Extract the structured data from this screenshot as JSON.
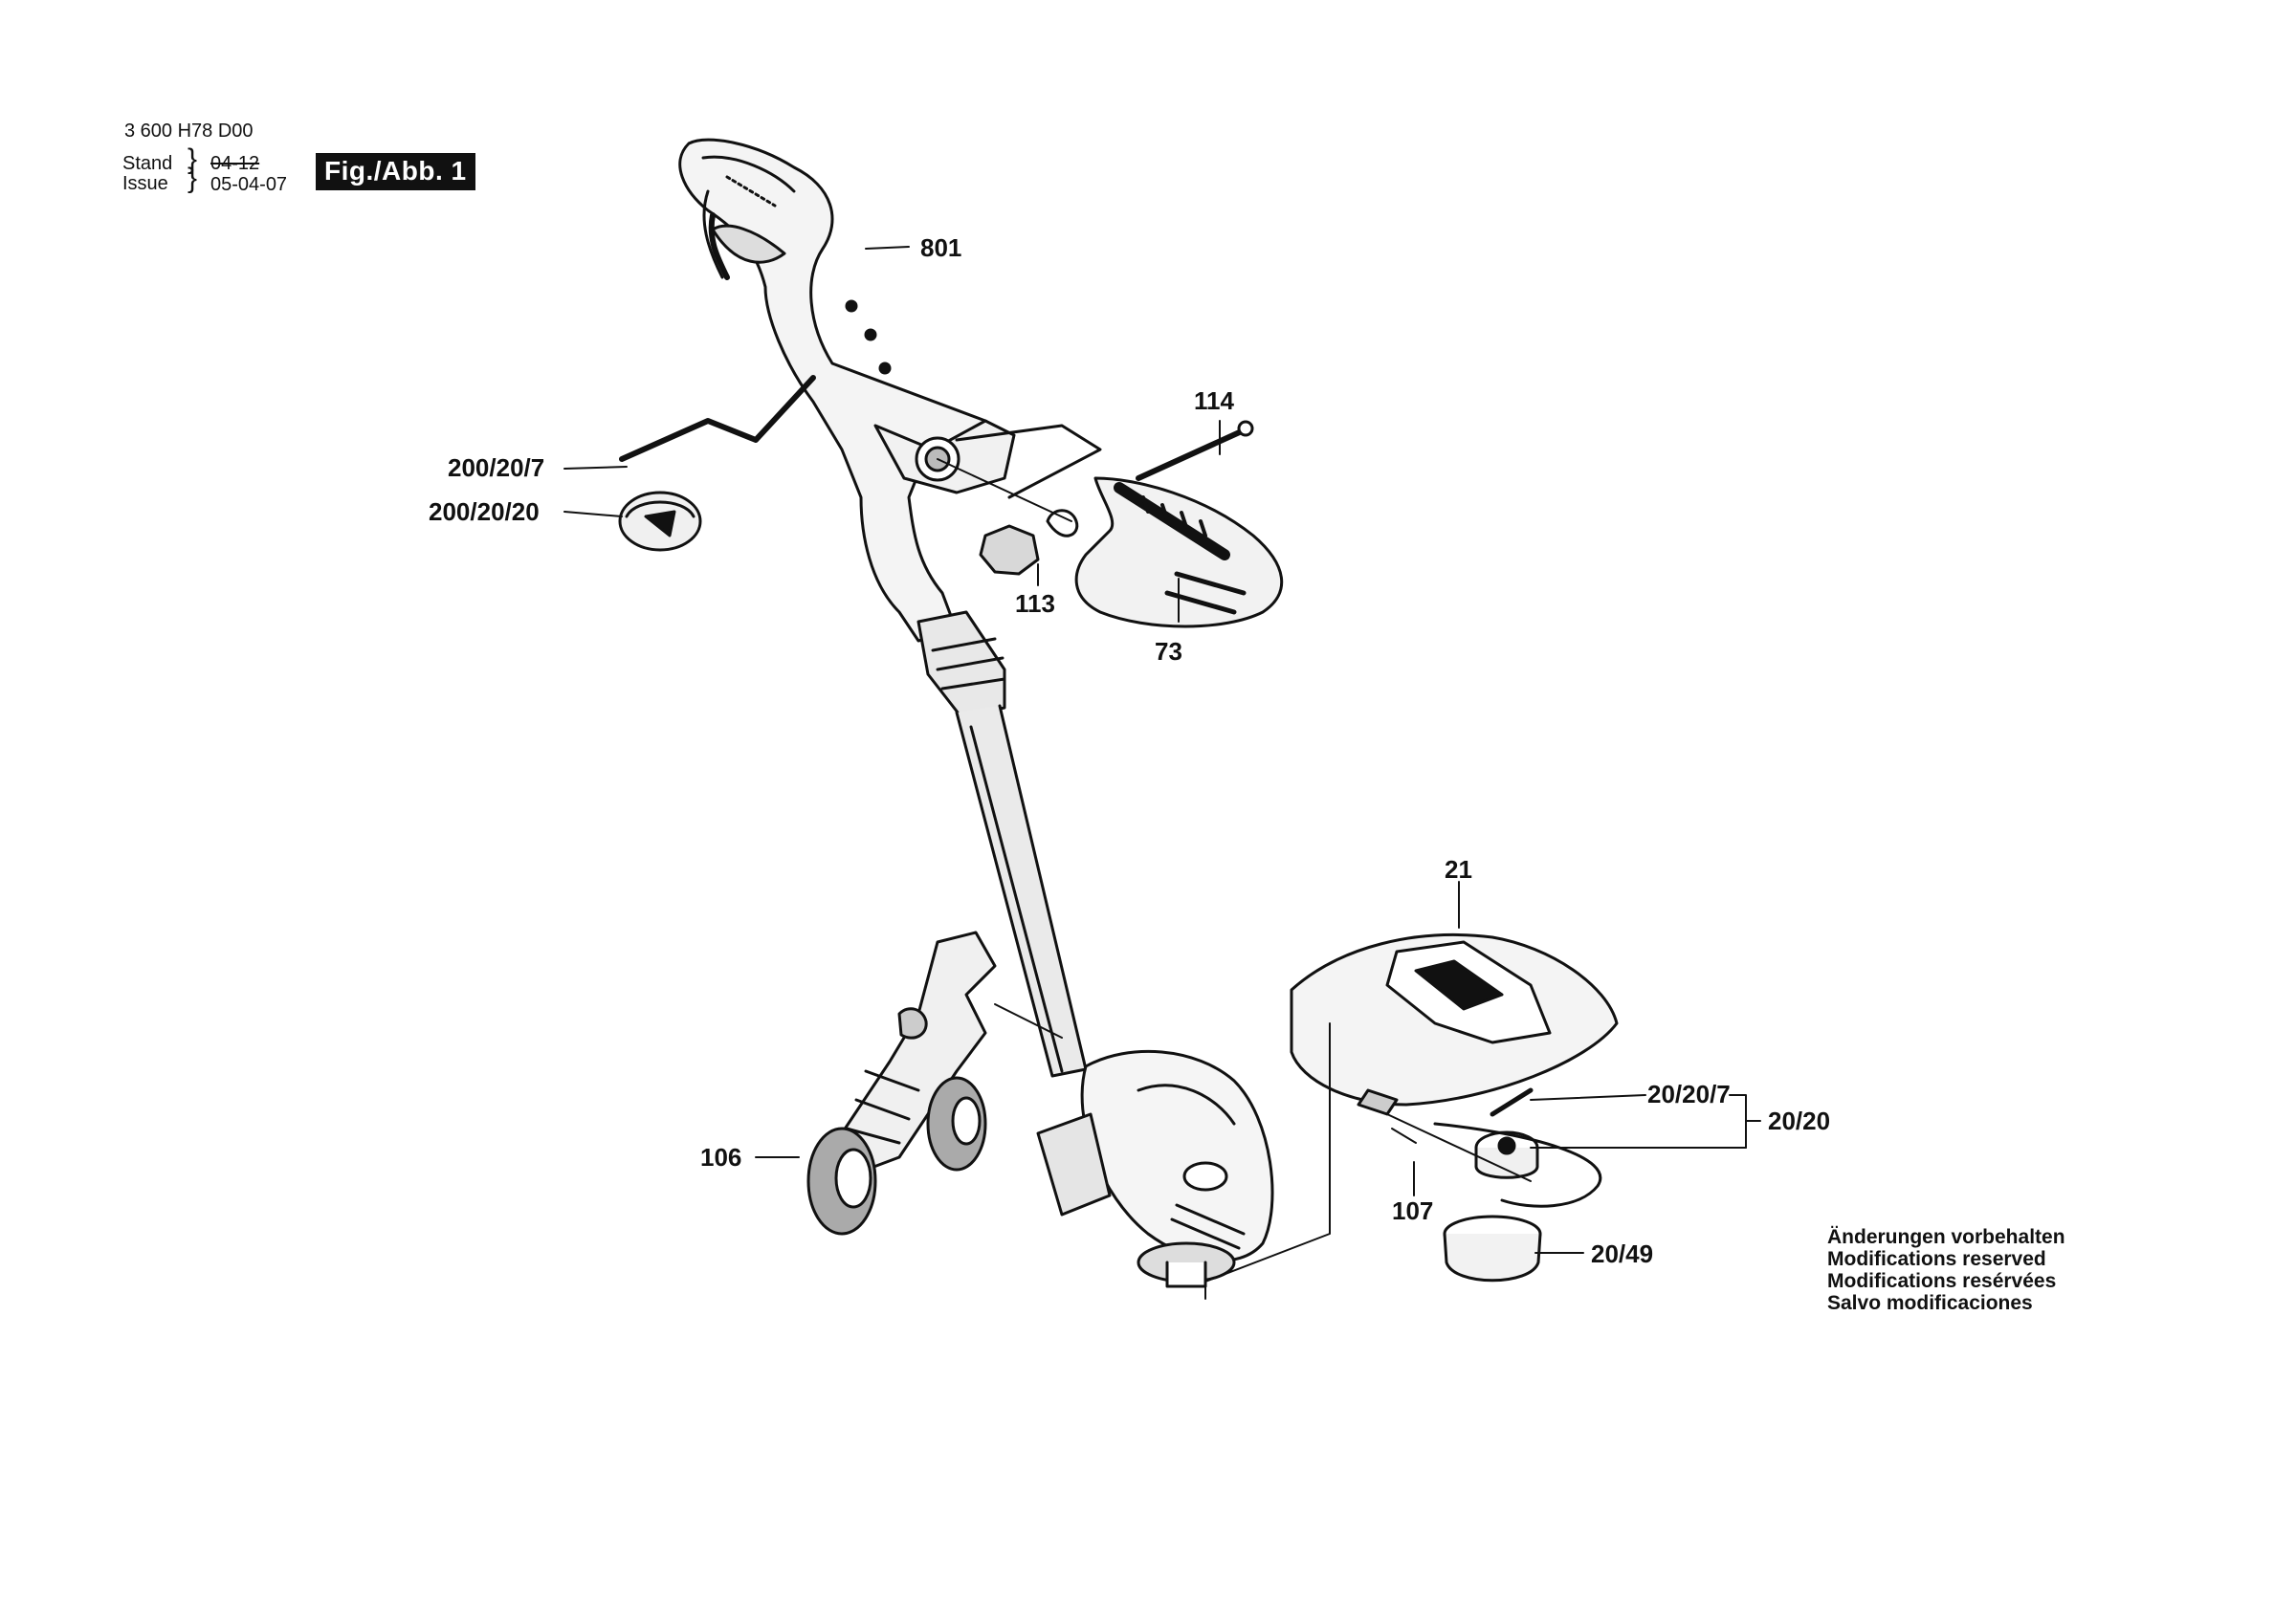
{
  "header": {
    "doc_number": "3 600 H78 D00",
    "stand_label": "Stand",
    "issue_label": "Issue",
    "brace": "}",
    "old_date": "04-12",
    "date": "05-04-07",
    "figure": "Fig./Abb. 1"
  },
  "callouts": {
    "p801": "801",
    "p114": "114",
    "p200_20_7": "200/20/7",
    "p200_20_20": "200/20/20",
    "p113": "113",
    "p73": "73",
    "p21": "21",
    "p20_20_7": "20/20/7",
    "p20_20": "20/20",
    "p106": "106",
    "p107": "107",
    "p20_49": "20/49"
  },
  "notes": [
    "Änderungen vorbehalten",
    "Modifications reserved",
    "Modifications resérvées",
    "Salvo modificaciones"
  ]
}
